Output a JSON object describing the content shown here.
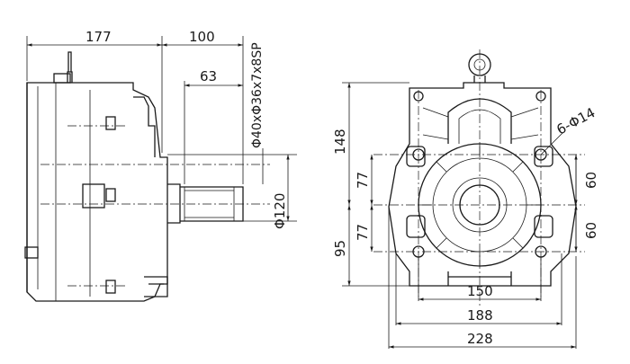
{
  "drawing": {
    "side_view": {
      "dim_body_width": "177",
      "dim_shaft_extension": "100",
      "dim_spline_length": "63",
      "shaft_spec": "Φ40xΦ36x7x8SP",
      "dim_flange_diameter": "Φ120"
    },
    "front_view": {
      "dim_center_to_top": "148",
      "dim_center_to_bottom": "95",
      "dim_upper_hole_spacing": "77",
      "dim_lower_hole_spacing": "77",
      "dim_right_upper": "60",
      "dim_right_lower": "60",
      "hole_callout": "6-Φ14",
      "dim_hole_pitch": "150",
      "dim_flange_width": "188",
      "dim_overall_width": "228"
    }
  }
}
